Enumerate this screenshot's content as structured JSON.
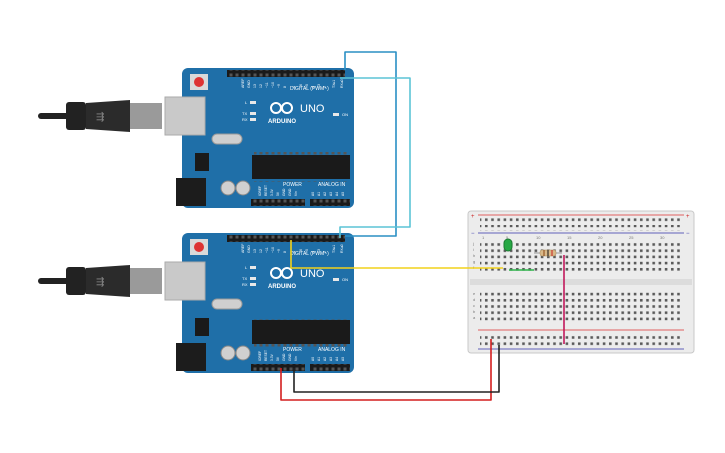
{
  "boards": [
    {
      "brand": "ARDUINO",
      "model": "UNO",
      "digital_header_label": "DIGITAL (PWM~)",
      "power_label": "POWER",
      "analog_label": "ANALOG IN",
      "on_led_label": "ON",
      "status_led_labels": [
        "L",
        "TX",
        "RX"
      ],
      "top_pin_labels": [
        "AREF",
        "GND",
        "13",
        "12",
        "~11",
        "~10",
        "~9",
        "8",
        "7",
        "~6",
        "~5",
        "4",
        "~3",
        "2",
        "TX▸1",
        "RX◂0"
      ],
      "power_pin_labels": [
        "IOREF",
        "RESET",
        "3.3V",
        "5V",
        "GND",
        "GND",
        "Vin"
      ],
      "analog_pin_labels": [
        "A0",
        "A1",
        "A2",
        "A3",
        "A4",
        "A5"
      ]
    },
    {
      "brand": "ARDUINO",
      "model": "UNO",
      "digital_header_label": "DIGITAL (PWM~)",
      "power_label": "POWER",
      "analog_label": "ANALOG IN",
      "on_led_label": "ON",
      "status_led_labels": [
        "L",
        "TX",
        "RX"
      ],
      "top_pin_labels": [
        "AREF",
        "GND",
        "13",
        "12",
        "~11",
        "~10",
        "~9",
        "8",
        "7",
        "~6",
        "~5",
        "4",
        "~3",
        "2",
        "TX▸1",
        "RX◂0"
      ],
      "power_pin_labels": [
        "IOREF",
        "RESET",
        "3.3V",
        "5V",
        "GND",
        "GND",
        "Vin"
      ],
      "analog_pin_labels": [
        "A0",
        "A1",
        "A2",
        "A3",
        "A4",
        "A5"
      ]
    }
  ],
  "breadboard": {
    "column_labels": [
      "1",
      "5",
      "10",
      "15",
      "20",
      "25",
      "30"
    ],
    "row_labels_top": [
      "j",
      "i",
      "h",
      "g",
      "f"
    ],
    "row_labels_bottom": [
      "e",
      "d",
      "c",
      "b",
      "a"
    ],
    "rail_plus": "+",
    "rail_minus": "−"
  },
  "components": {
    "led_color": "#27a844",
    "resistor_color": "#d9b98a"
  },
  "wires": {
    "tx_rx_color_1": "#2a8fc4",
    "tx_rx_color_2": "#5bc4d6",
    "signal_color": "#f2d21b",
    "power_color": "#d41e1e",
    "ground_color": "#222222",
    "jumper_color": "#c2185b",
    "led_jumper_color": "#2db34a"
  },
  "colors": {
    "board_blue": "#1f6fa8",
    "board_dark": "#175785"
  }
}
